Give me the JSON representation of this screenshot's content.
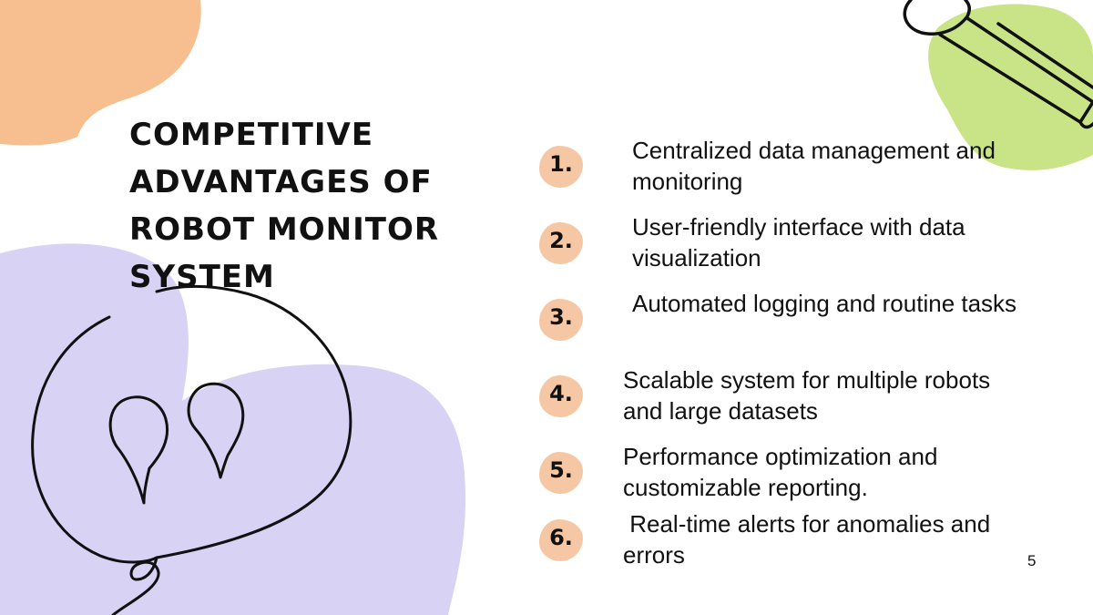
{
  "title": "Competitive Advantages of Robot Monitor System",
  "items": [
    {
      "number": "1.",
      "text": "Centralized data management and monitoring"
    },
    {
      "number": "2.",
      "text": "User-friendly interface with data visualization"
    },
    {
      "number": "3.",
      "text": "Automated logging and routine tasks"
    },
    {
      "number": "4.",
      "text": "Scalable system for multiple robots and large datasets"
    },
    {
      "number": "5.",
      "text": "Performance optimization and customizable reporting."
    },
    {
      "number": "6.",
      "text": " Real-time alerts for anomalies and errors"
    }
  ],
  "page_number": "5",
  "colors": {
    "peach": "#f7bf8f",
    "lavender": "#d8d2f5",
    "green": "#c9e486",
    "badge": "#f6c7a4",
    "ink": "#111111"
  }
}
